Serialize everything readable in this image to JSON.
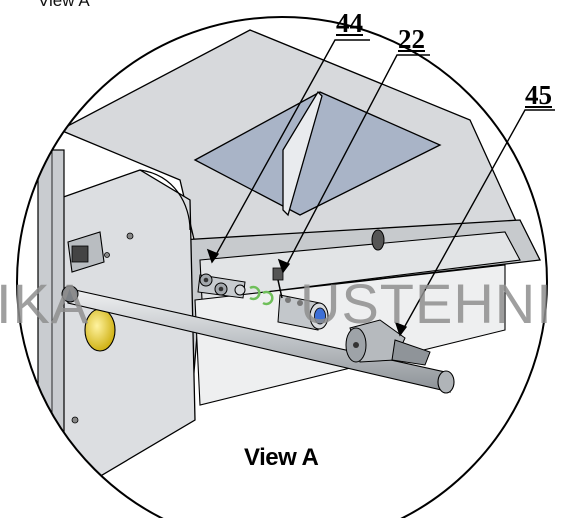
{
  "figure": {
    "top_title": "View A",
    "view_label": "View A",
    "callouts": [
      {
        "id": "callout-44",
        "text": "44"
      },
      {
        "id": "callout-22",
        "text": "22"
      },
      {
        "id": "callout-45",
        "text": "45"
      }
    ],
    "watermark": {
      "left": "IKA",
      "right": "USTEHNI"
    }
  },
  "colors": {
    "metal_light": "#d9dcdf",
    "metal_mid": "#b8bcc0",
    "plate_blue": "#a9b4c7",
    "yellow_knob": "#e5c928",
    "blue_cap": "#3d6fd6",
    "green_clip": "#6fbf5a",
    "outline": "#000000"
  }
}
